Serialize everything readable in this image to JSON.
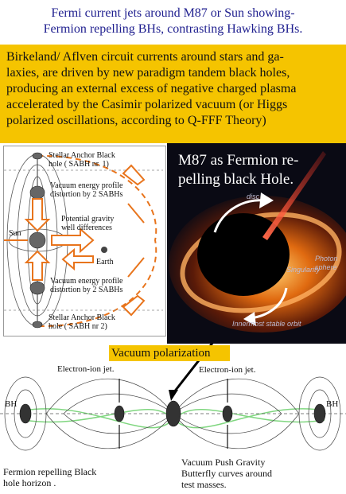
{
  "title": {
    "line1": "Fermi current jets around M87 or Sun showing-",
    "line2": "Fermion repelling BHs, contrasting Hawking BHs."
  },
  "body_text": {
    "line1": "Birkeland/ Aflven circuit currents around stars and ga-",
    "line2": "laxies, are driven by new paradigm tandem black holes,",
    "line3": "producing an external excess of negative charged plasma",
    "line4": "accelerated by the Casimir polarized vacuum (or Higgs",
    "line5": "polarized oscillations, according to Q-FFF Theory)"
  },
  "left_diagram": {
    "sabh1_line1": "Stellar Anchor Black",
    "sabh1_line2": "hole ( SABH nr. 1)",
    "vac1_line1": "Vacuum energy profile",
    "vac1_line2": "distortion by 2 SABHs",
    "gravity_line1": "Potential gravity",
    "gravity_line2": "well differences",
    "sun": "Sun",
    "earth": "Earth",
    "vac2_line1": "Vacuum energy profile",
    "vac2_line2": "distortion by 2 SABHs",
    "sabh2_line1": "Stellar Anchor Black",
    "sabh2_line2": "hole ( SABH nr 2)"
  },
  "m87_image": {
    "title_line1": "M87 as Fermion re-",
    "title_line2": "pelling black Hole.",
    "disc": "disc",
    "singularity": "Singularity",
    "photon_line1": "Photon",
    "photon_line2": "sphere",
    "orbit": "Innermost stable orbit"
  },
  "bottom_diagram": {
    "vacuum_polarization": "Vacuum polarization",
    "jet_left": "Electron-ion jet.",
    "jet_right": "Electron-ion jet.",
    "bh_left": "BH",
    "bh_right": "BH",
    "horizon_line1": "Fermion repelling Black",
    "horizon_line2": "hole horizon .",
    "push_line1": "Vacuum Push Gravity",
    "push_line2": "Butterfly curves around",
    "push_line3": "test masses."
  },
  "colors": {
    "title_text": "#1f1f8f",
    "highlight": "#f5c400",
    "arrow_orange": "#e8741c",
    "diagram_green": "#7fd67f"
  }
}
